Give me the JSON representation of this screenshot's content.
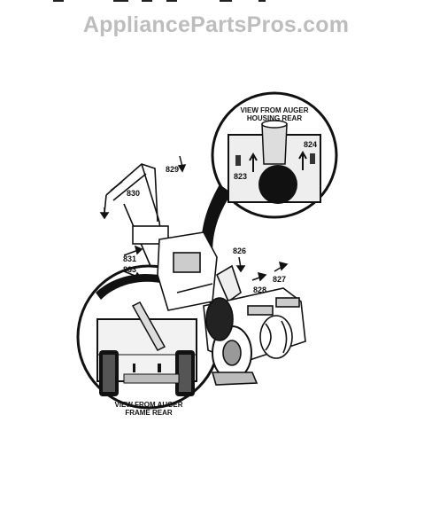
{
  "watermark": "AppliancePartsPros.com",
  "captions": {
    "top_line1": "VIEW FROM AUGER",
    "top_line2": "HOUSING REAR",
    "bottom_line1": "VIEW FROM AUGER",
    "bottom_line2": "FRAME REAR"
  },
  "parts": {
    "p829": "829",
    "p830": "830",
    "p831": "831",
    "p833": "833",
    "p826": "826",
    "p828": "828",
    "p827": "827",
    "p823": "823",
    "p824": "824"
  }
}
